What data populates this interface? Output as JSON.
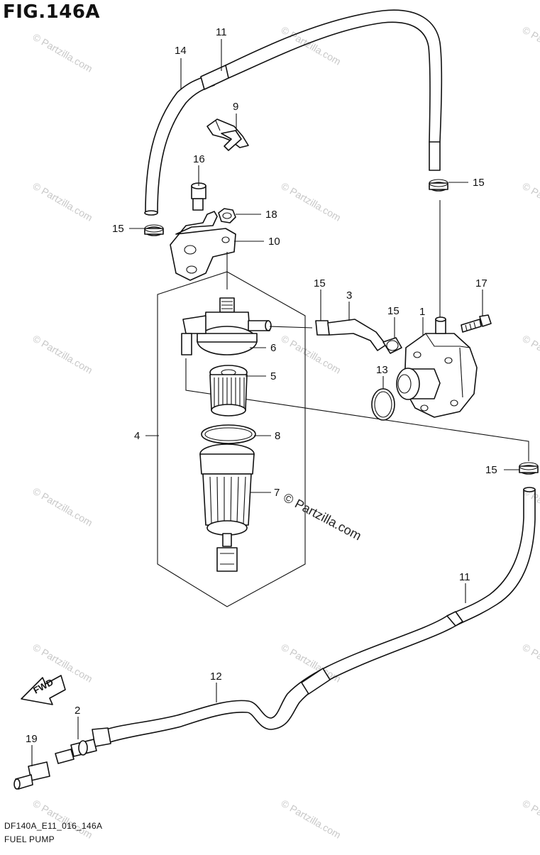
{
  "figure": {
    "title": "FIG.146A",
    "code": "DF140A_E11_016_146A",
    "name": "FUEL PUMP",
    "fwd_label": "FWD"
  },
  "watermark": {
    "text": "© Partzilla.com"
  },
  "callouts": [
    {
      "id": "c-11a",
      "label": "11"
    },
    {
      "id": "c-14",
      "label": "14"
    },
    {
      "id": "c-9",
      "label": "9"
    },
    {
      "id": "c-16",
      "label": "16"
    },
    {
      "id": "c-15a",
      "label": "15"
    },
    {
      "id": "c-15b",
      "label": "15"
    },
    {
      "id": "c-18",
      "label": "18"
    },
    {
      "id": "c-10",
      "label": "10"
    },
    {
      "id": "c-15c",
      "label": "15"
    },
    {
      "id": "c-3",
      "label": "3"
    },
    {
      "id": "c-15d",
      "label": "15"
    },
    {
      "id": "c-1",
      "label": "1"
    },
    {
      "id": "c-17",
      "label": "17"
    },
    {
      "id": "c-6",
      "label": "6"
    },
    {
      "id": "c-5",
      "label": "5"
    },
    {
      "id": "c-13",
      "label": "13"
    },
    {
      "id": "c-4",
      "label": "4"
    },
    {
      "id": "c-8",
      "label": "8"
    },
    {
      "id": "c-15e",
      "label": "15"
    },
    {
      "id": "c-7",
      "label": "7"
    },
    {
      "id": "c-11b",
      "label": "11"
    },
    {
      "id": "c-12",
      "label": "12"
    },
    {
      "id": "c-2",
      "label": "2"
    },
    {
      "id": "c-19",
      "label": "19"
    }
  ]
}
